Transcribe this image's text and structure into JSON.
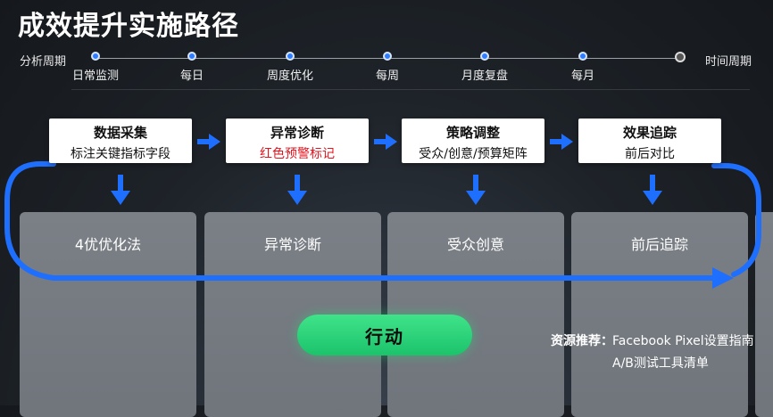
{
  "title": "成效提升实施路径",
  "timeline": {
    "left_label": "分析周期",
    "right_label": "时间周期",
    "nodes": [
      "日常监测",
      "每日",
      "周度优化",
      "每周",
      "月度复盘",
      "每月",
      ""
    ]
  },
  "steps": [
    {
      "title": "数据采集",
      "sub": "标注关键指标字段"
    },
    {
      "title": "异常诊断",
      "sub": "红色预警标记"
    },
    {
      "title": "策略调整",
      "sub": "受众/创意/预算矩阵"
    },
    {
      "title": "效果追踪",
      "sub": "前后对比"
    }
  ],
  "columns": [
    "4优优化法",
    "异常诊断",
    "受众创意",
    "前后追踪"
  ],
  "action_label": "行动",
  "resources": {
    "label": "资源推荐：",
    "items": [
      "Facebook Pixel设置指南",
      "A/B测试工具清单"
    ]
  },
  "colors": {
    "accent_blue": "#1f6fff",
    "action_green": "#22cc70",
    "alert_red": "#e0141e",
    "column_gray": "#767b82"
  },
  "icons": {
    "flow_arrow": "arrow-right-icon",
    "down_arrow": "arrow-down-icon",
    "loop_arrow": "loop-arrow-icon"
  }
}
